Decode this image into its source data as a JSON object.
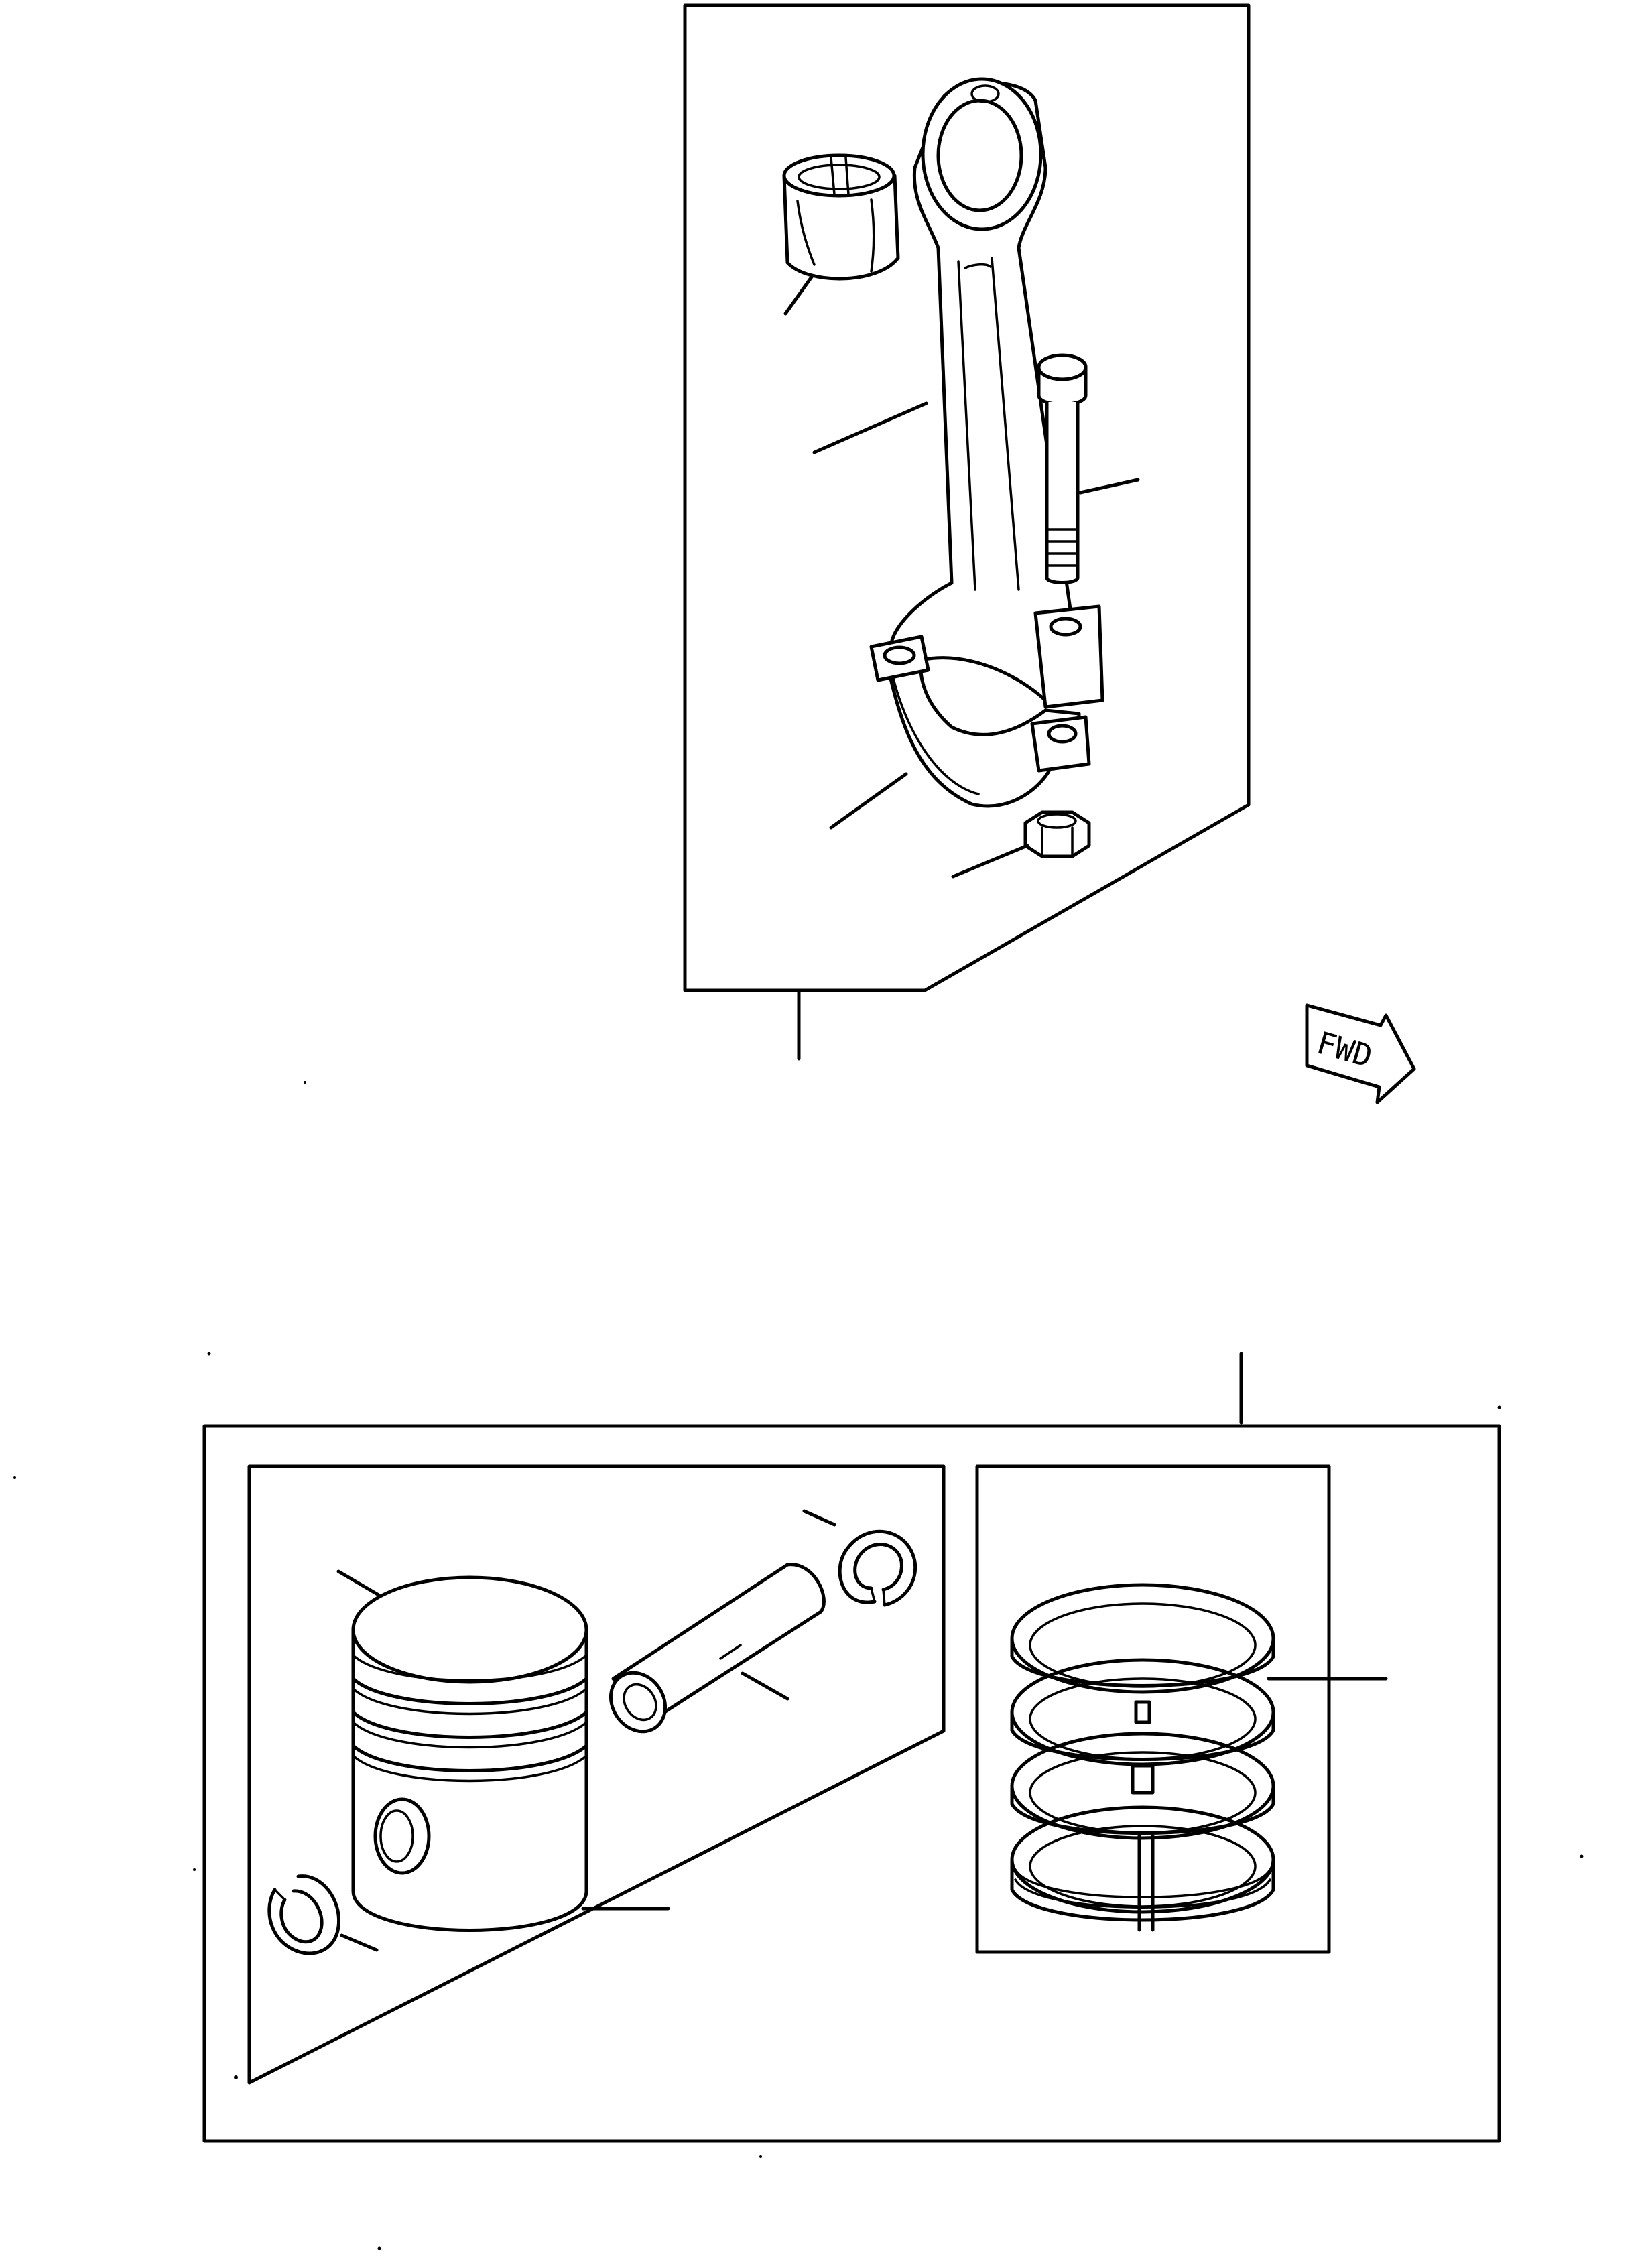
{
  "direction_label": "FWD",
  "components": {
    "top_box": [
      "bushing",
      "connecting-rod",
      "rod-bolt",
      "bearing-cap",
      "nut"
    ],
    "piston_box": [
      "piston",
      "piston-pin",
      "circlip-top",
      "circlip-bottom"
    ],
    "ring_box": [
      "piston-ring-set"
    ]
  }
}
